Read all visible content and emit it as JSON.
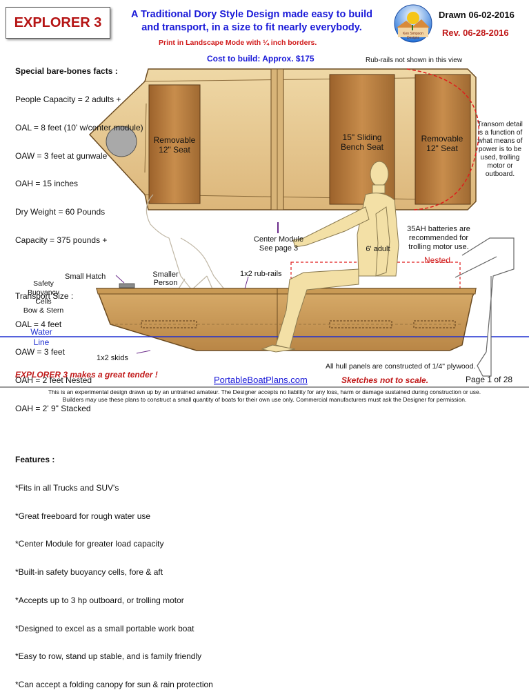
{
  "header": {
    "title": "EXPLORER 3",
    "headline_line1": "A Traditional Dory Style Design made easy to build",
    "headline_line2": "and transport, in a size to fit nearly everybody.",
    "subhead": "Print in Landscape Mode with ¼ inch borders.",
    "drawn": "Drawn 06-02-2016",
    "revision": "Rev. 06-28-2016",
    "logo_text_1": "Ken Simpson",
    "logo_text_2": "Designs"
  },
  "facts": {
    "heading": "Special bare-bones facts :",
    "lines": [
      "People Capacity = 2 adults +",
      "OAL = 8 feet (10' w/center module)",
      "OAW = 3 feet at gunwale",
      "OAH = 15 inches",
      "Dry Weight = 60 Pounds",
      "Capacity = 375 pounds +"
    ],
    "transport_heading": "Transport Size :",
    "transport_lines": [
      "OAL = 4 feet",
      "OAW = 3 feet",
      "OAH = 2 feet Nested",
      "OAH = 2' 9\" Stacked"
    ],
    "features_heading": "Features :",
    "features": [
      "*Fits in all Trucks and SUV's",
      "*Great freeboard for rough water use",
      "*Center Module for greater load capacity",
      "*Built-in safety buoyancy cells, fore & aft",
      "*Accepts up to 3 hp outboard, or trolling motor",
      "*Designed to excel as a small portable work boat",
      "*Easy to row, stand up stable, and is family friendly",
      "*Can accept a folding canopy for sun & rain protection"
    ]
  },
  "plan_view": {
    "cost": "Cost to build: Approx. $175",
    "rub_note": "Rub-rails not shown in this view",
    "seat_front": [
      "Removable",
      "12\" Seat"
    ],
    "seat_middle": [
      "15\" Sliding",
      "Bench Seat"
    ],
    "seat_rear": [
      "Removable",
      "12\" Seat"
    ],
    "transom_note": "Transom detail is a function of what means of power is to be used, trolling motor or outboard."
  },
  "side_view": {
    "center_module": [
      "Center Module",
      "See page 3"
    ],
    "batteries": [
      "35AH batteries are",
      "recommended for",
      "trolling motor use."
    ],
    "adult": "6' adult",
    "nested": "Nested",
    "smaller_person": [
      "Smaller",
      "Person"
    ],
    "rub_rails": "1x2 rub-rails",
    "small_hatch": "Small Hatch",
    "safety_cells": [
      "Safety",
      "Buoyancy",
      "Cells",
      "Bow & Stern"
    ],
    "water_line": [
      "Water",
      "Line"
    ],
    "skids": "1x2 skids",
    "plywood_note": "All hull panels are constructed of 1/4\" plywood."
  },
  "footer": {
    "tender": "EXPLORER 3  makes a great tender !",
    "website": "PortableBoatPlans.com",
    "not_to_scale": "Sketches not to scale.",
    "page": "Page 1 of  28",
    "disclaimer_1": "This is an experimental design drawn up by an untrained amateur. The Designer accepts no liability for any loss, harm or damage sustained during construction or use.",
    "disclaimer_2": "Builders may use these plans to construct a small quantity of boats for their own use only.  Commercial manufacturers must ask the Designer for permission."
  },
  "colors": {
    "title_red": "#b51414",
    "headline_blue": "#1a1ad8",
    "wood_light": "#e8c98f",
    "wood_dark": "#a86e34",
    "water_blue": "#1f2fd0",
    "figure_fill": "#f3e0a6"
  }
}
